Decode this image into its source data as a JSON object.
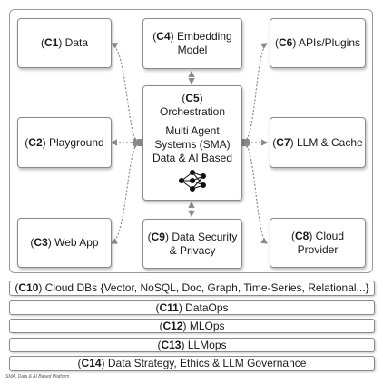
{
  "components": {
    "c1": {
      "code": "C1",
      "label": "Data"
    },
    "c2": {
      "code": "C2",
      "label": "Playground"
    },
    "c3": {
      "code": "C3",
      "label": "Web App"
    },
    "c4": {
      "code": "C4",
      "label": "Embedding",
      "label2": "Model"
    },
    "c5": {
      "code": "C5",
      "label": "Orchestration",
      "line1": "Multi Agent",
      "line2": "Systems (SMA)",
      "line3": "Data & AI Based"
    },
    "c6": {
      "code": "C6",
      "label": "APIs/Plugins"
    },
    "c7": {
      "code": "C7",
      "label": "LLM & Cache"
    },
    "c8": {
      "code": "C8",
      "label": "Cloud",
      "label2": "Provider"
    },
    "c9": {
      "code": "C9",
      "label": "Data Security",
      "label2": "& Privacy"
    }
  },
  "layers": [
    {
      "code": "C10",
      "label": "Cloud DBs {Vector, NoSQL, Doc, Graph, Time-Series, Relational...}"
    },
    {
      "code": "C11",
      "label": "DataOps"
    },
    {
      "code": "C12",
      "label": "MLOps"
    },
    {
      "code": "C13",
      "label": "LLMops"
    },
    {
      "code": "C14",
      "label": "Data Strategy, Ethics & LLM Governance"
    }
  ],
  "footer": "SMA, Data & AI Based Platform",
  "icons": {
    "orchestrator": "neural-network-icon"
  },
  "colors": {
    "connector": "#8a8a8a",
    "border": "#8a8a8a"
  }
}
